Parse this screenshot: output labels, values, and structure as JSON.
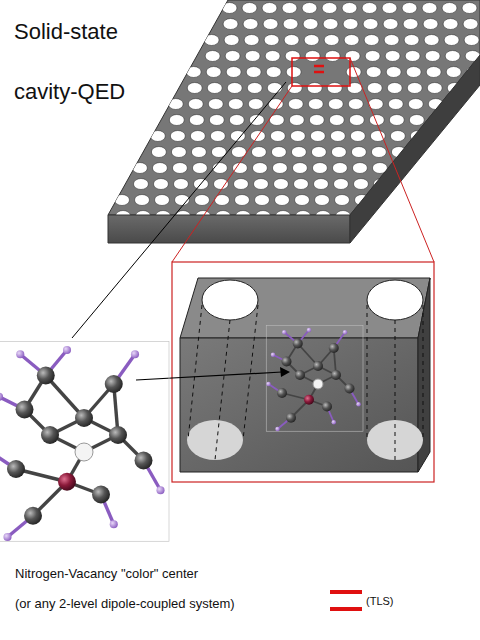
{
  "diagram": {
    "title": "Solid-state cavity-QED",
    "labels": [
      "Nitrogen-Vacancy \"color\" center",
      "(or any 2-level dipole-coupled system)",
      "(TLS)"
    ]
  }
}
